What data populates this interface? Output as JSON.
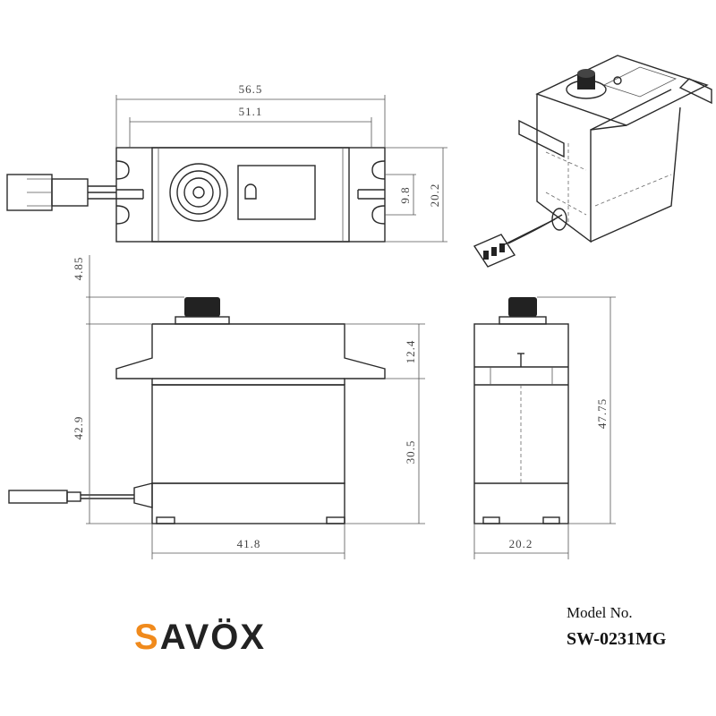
{
  "brand": {
    "name": "SAVÖX",
    "first_letter": "S",
    "rest_letters": "AVÖX",
    "colors": {
      "orange": "#f08a1c",
      "dark": "#222222"
    }
  },
  "model": {
    "label": "Model No.",
    "number": "SW-0231MG"
  },
  "dimensions": {
    "top_outer_width": "56.5",
    "top_inner_width": "51.1",
    "mount_hole_spacing": "9.8",
    "top_depth": "20.2",
    "horn_height": "4.85",
    "upper_section": "12.4",
    "body_height": "42.9",
    "lower_section": "30.5",
    "side_total_height": "47.75",
    "front_width": "41.8",
    "side_width": "20.2"
  }
}
